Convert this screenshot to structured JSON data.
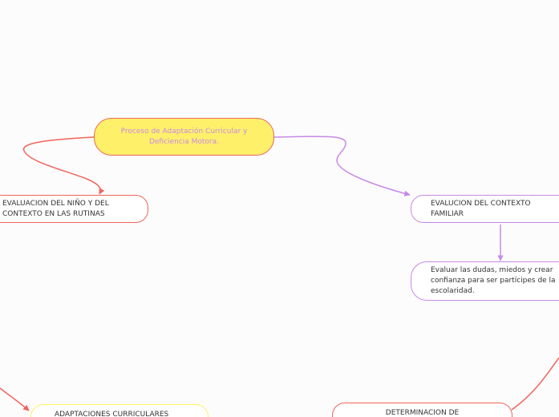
{
  "colors": {
    "root_fill": "#fff06a",
    "root_text": "#c88ae6",
    "red_line": "#f0655a",
    "purple_line": "#c88ae6",
    "yellow_border": "#fff06a",
    "background": "#fdfcfd"
  },
  "nodes": {
    "root": "Proceso de Adaptación Curricular y Deficiencia Motora.",
    "eval_nino": {
      "line1": "EVALUACION DEL NIÑO Y DEL",
      "line2": "CONTEXTO EN LAS RUTINAS"
    },
    "eval_contexto": {
      "line1": "EVALUCION DEL CONTEXTO",
      "line2": "FAMILIAR"
    },
    "dudas": {
      "line1": "Evaluar las dudas, miedos y crear",
      "line2": "confianza para ser partícipes de la",
      "line3": "escolaridad."
    },
    "adaptaciones": "ADAPTACIONES CURRICULARES",
    "determinacion": "DETERMINACION DE"
  }
}
